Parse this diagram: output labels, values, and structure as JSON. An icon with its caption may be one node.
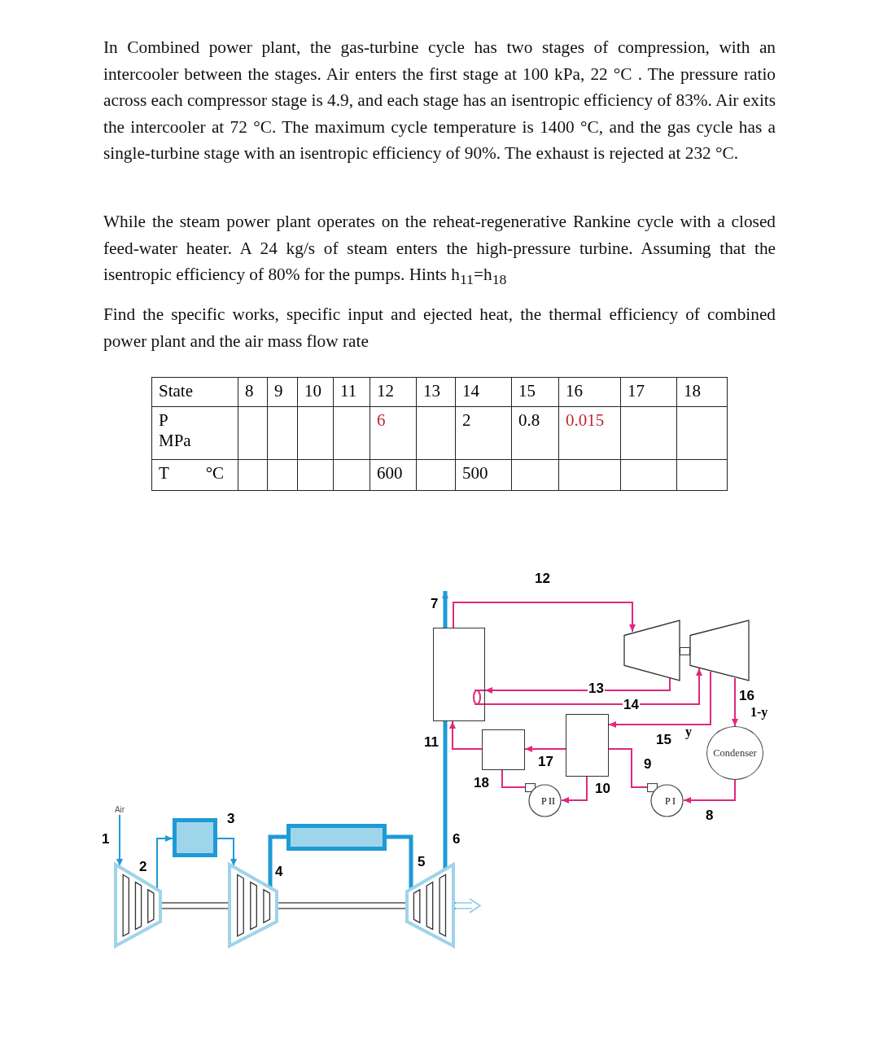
{
  "diagram": {
    "nodes": [
      {
        "text": [],
        "shape": "box"
      },
      {
        "text": [],
        "shape": "trapezoid"
      },
      {
        "text": [],
        "shape": "trapezoid"
      },
      {
        "text": [],
        "shape": "box"
      },
      {
        "text": [],
        "shape": "box"
      },
      {
        "text": [
          "Condenser"
        ]
      },
      {
        "text": [
          "P II"
        ]
      },
      {
        "text": [
          "P I"
        ]
      },
      {
        "text": [],
        "shape": "trapezoid"
      },
      {
        "text": [],
        "shape": "box"
      },
      {
        "text": [],
        "shape": "trapezoid"
      },
      {
        "text": [],
        "shape": "box"
      },
      {
        "text": [],
        "shape": "trapezoid"
      },
      {
        "text": [
          "Air"
        ]
      }
    ],
    "edges": [
      {
        "from": 13,
        "to": 8,
        "arrow": "to",
        "label": "1",
        "color": "#1e9ad6"
      },
      {
        "from": 8,
        "to": 9,
        "arrow": "to",
        "label": "2",
        "color": "#1e9ad6"
      },
      {
        "from": 9,
        "to": 10,
        "arrow": "to",
        "label": "3",
        "color": "#1e9ad6"
      },
      {
        "from": 10,
        "to": 11,
        "arrow": "none",
        "label": "4",
        "style": "thick",
        "color": "#1e9ad6"
      },
      {
        "from": 11,
        "to": 12,
        "arrow": "none",
        "label": "5",
        "style": "thick",
        "color": "#1e9ad6"
      },
      {
        "from": 12,
        "to": 0,
        "arrow": "none",
        "label": "6",
        "style": "thick",
        "color": "#1e9ad6"
      },
      {
        "from": 0,
        "to": null,
        "arrow": "to",
        "label": "7",
        "style": "thick",
        "color": "#1e9ad6"
      },
      {
        "from": 0,
        "to": 1,
        "arrow": "to",
        "label": "12"
      },
      {
        "from": 1,
        "to": 0,
        "arrow": "to",
        "label": "13"
      },
      {
        "from": 0,
        "to": 2,
        "arrow": "to",
        "label": "14"
      },
      {
        "from": 2,
        "to": 4,
        "arrow": "to",
        "label": "15"
      },
      {
        "from": 2,
        "to": 5,
        "arrow": "to",
        "label": "16"
      },
      {
        "from": 5,
        "to": 7,
        "arrow": "to",
        "label": "8"
      },
      {
        "from": 7,
        "to": 4,
        "arrow": "none",
        "label": "9"
      },
      {
        "from": 4,
        "to": 3,
        "arrow": "to",
        "label": "17"
      },
      {
        "from": 4,
        "to": 6,
        "arrow": "to",
        "label": "10"
      },
      {
        "from": 6,
        "to": 3,
        "arrow": "none",
        "label": "18"
      },
      {
        "from": 3,
        "to": 0,
        "arrow": "to",
        "label": "11"
      },
      {
        "from": 8,
        "to": 10,
        "arrow": "none",
        "color": "#555555"
      },
      {
        "from": 10,
        "to": 12,
        "arrow": "none",
        "color": "#555555"
      }
    ],
    "labels": [
      "In Combined power plant, the gas-turbine cycle has two stages of compression, with an intercooler between the stages. Air enters the first stage at 100 kPa, 22 °C . The pressure ratio across each compressor stage is 4.9, and each stage has an isentropic efficiency of 83%. Air exits the intercooler at 72 °C. The maximum cycle temperature is 1400 °C, and the gas cycle has a single-turbine stage with an isentropic efficiency of 90%. The exhaust is rejected at 232 °C.",
      "While the steam power plant operates on the reheat-regenerative Rankine cycle with a closed feed-water heater. A 24 kg/s of steam enters the high-pressure turbine. Assuming that the isentropic efficiency of 80% for the pumps. Hints h$_{11}$=h$_{18}$",
      "Find the specific works, specific input and ejected heat, the thermal efficiency of combined power plant and the air mass flow rate",
      "State",
      "8",
      "9",
      "10",
      "11",
      "12",
      "13",
      "14",
      "15",
      "16",
      "17",
      "18",
      "P MPa",
      "6",
      "2",
      "0.8",
      "0.015",
      "T °C",
      "600",
      "500",
      "y",
      "1-y"
    ]
  }
}
